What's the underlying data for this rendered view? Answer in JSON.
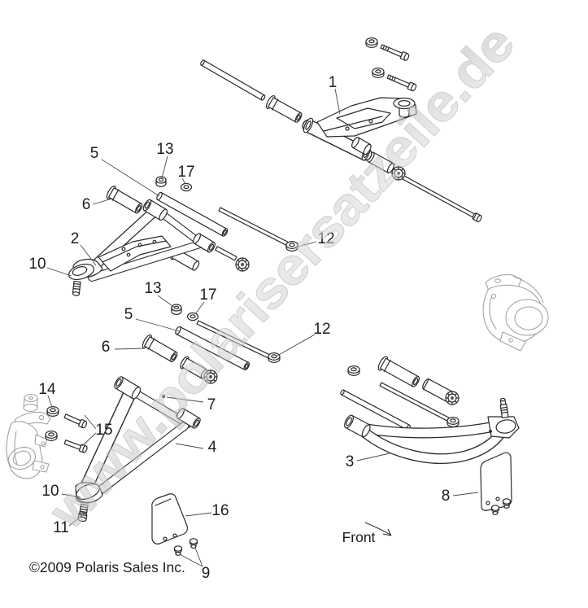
{
  "watermark": {
    "text": "www.polarisersatzeile.de",
    "color": "#c9c9c9"
  },
  "footer": {
    "copyright": "©2009 Polaris Sales Inc."
  },
  "orientation": {
    "front_label": "Front"
  },
  "colors": {
    "ink": "#2b2b2b",
    "reference_part": "#a3a3a3"
  },
  "callouts": [
    {
      "id": "upper-control-arm-right",
      "label": "1"
    },
    {
      "id": "upper-control-arm-left",
      "label": "2"
    },
    {
      "id": "lower-control-arm-right",
      "label": "3"
    },
    {
      "id": "lower-control-arm-left",
      "label": "4"
    },
    {
      "id": "pivot-tube-upper",
      "label": "5"
    },
    {
      "id": "bushing-tube-upper",
      "label": "6"
    },
    {
      "id": "grease-fitting",
      "label": "7"
    },
    {
      "id": "guard-right",
      "label": "8"
    },
    {
      "id": "guard-screws",
      "label": "9"
    },
    {
      "id": "ball-joint-upper",
      "label": "10"
    },
    {
      "id": "ball-joint-stud-nut",
      "label": "11"
    },
    {
      "id": "pivot-nut-upper",
      "label": "12"
    },
    {
      "id": "spacer-upper",
      "label": "13"
    },
    {
      "id": "knuckle-nut",
      "label": "14"
    },
    {
      "id": "knuckle-bolts",
      "label": "15"
    },
    {
      "id": "guard-left",
      "label": "16"
    },
    {
      "id": "washer-upper",
      "label": "17"
    },
    {
      "id": "spacer-lower",
      "label": "13"
    },
    {
      "id": "washer-lower",
      "label": "17"
    },
    {
      "id": "pivot-tube-lower",
      "label": "5"
    },
    {
      "id": "bushing-tube-lower",
      "label": "6"
    },
    {
      "id": "pivot-nut-lower",
      "label": "12"
    },
    {
      "id": "ball-joint-lower",
      "label": "10"
    }
  ]
}
